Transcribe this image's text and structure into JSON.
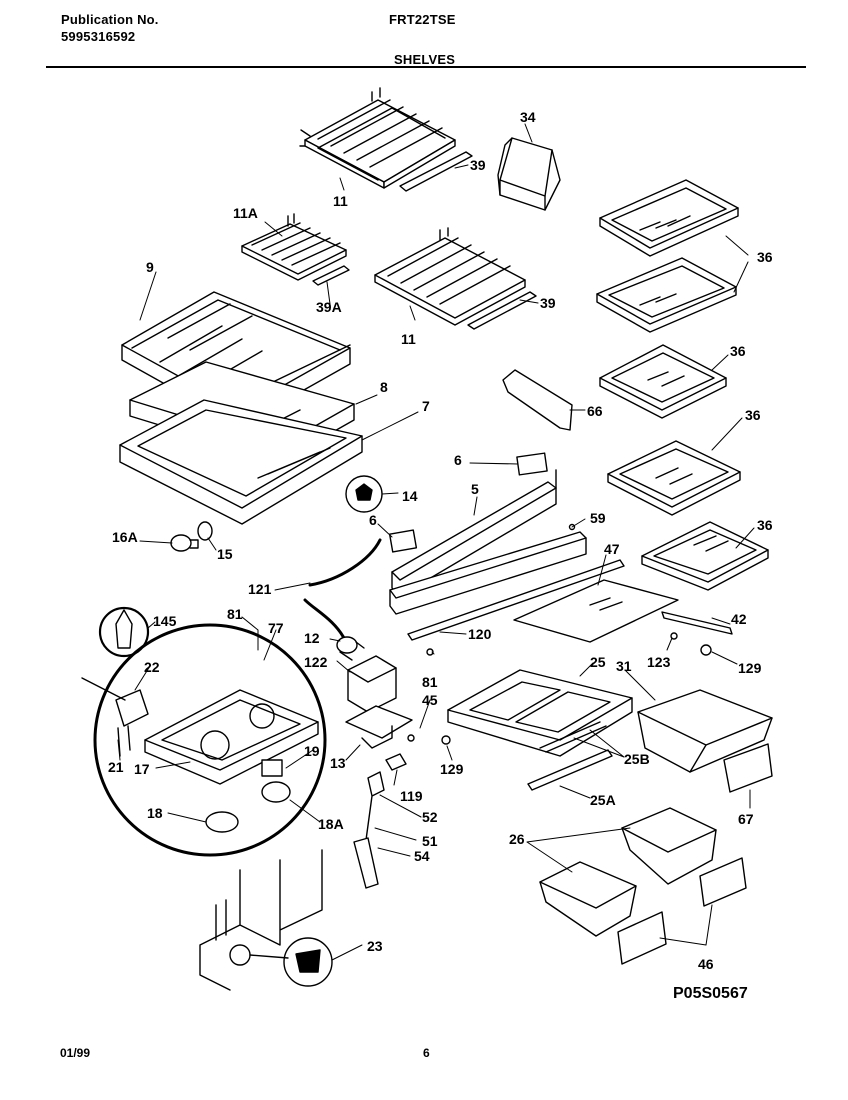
{
  "header": {
    "publication_label": "Publication No.",
    "publication_number": "5995316592",
    "model": "FRT22TSE",
    "section_title": "SHELVES"
  },
  "diagram": {
    "drawing_code": "P05S0567",
    "callouts": [
      "34",
      "39",
      "11",
      "11A",
      "39A",
      "9",
      "11",
      "39",
      "36",
      "36",
      "36",
      "36",
      "66",
      "8",
      "7",
      "6",
      "5",
      "14",
      "6",
      "59",
      "16A",
      "15",
      "47",
      "121",
      "81",
      "77",
      "145",
      "12",
      "120",
      "42",
      "22",
      "122",
      "81",
      "25",
      "31",
      "123",
      "129",
      "45",
      "13",
      "119",
      "129",
      "25B",
      "19",
      "21",
      "17",
      "52",
      "25A",
      "67",
      "18",
      "51",
      "18A",
      "26",
      "54",
      "23",
      "46"
    ]
  },
  "footer": {
    "date": "01/99",
    "page": "6"
  }
}
